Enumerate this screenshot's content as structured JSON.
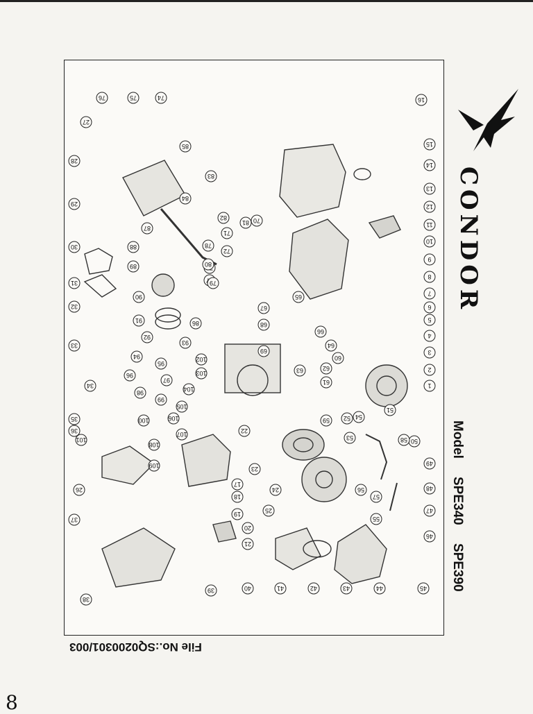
{
  "brand": {
    "name": "CONDOR"
  },
  "model": {
    "label": "Model",
    "numbers": [
      "SPE340",
      "SPE390"
    ]
  },
  "file_no": "File No.:SQ0200301/003",
  "page_number": "8",
  "callouts": [
    {
      "id": "c1",
      "label": "1"
    },
    {
      "id": "c2",
      "label": "2"
    },
    {
      "id": "c3",
      "label": "3"
    },
    {
      "id": "c4",
      "label": "4"
    },
    {
      "id": "c5",
      "label": "5"
    },
    {
      "id": "c6",
      "label": "6"
    },
    {
      "id": "c7",
      "label": "7"
    },
    {
      "id": "c8",
      "label": "8"
    },
    {
      "id": "c9",
      "label": "9"
    },
    {
      "id": "c10",
      "label": "10"
    },
    {
      "id": "c11",
      "label": "11"
    },
    {
      "id": "c12",
      "label": "12"
    },
    {
      "id": "c13",
      "label": "13"
    },
    {
      "id": "c14",
      "label": "14"
    },
    {
      "id": "c15",
      "label": "15"
    },
    {
      "id": "c16",
      "label": "16"
    },
    {
      "id": "c17",
      "label": "17"
    },
    {
      "id": "c18",
      "label": "18"
    },
    {
      "id": "c19",
      "label": "19"
    },
    {
      "id": "c20",
      "label": "20"
    },
    {
      "id": "c21",
      "label": "21"
    },
    {
      "id": "c22",
      "label": "22"
    },
    {
      "id": "c23",
      "label": "23"
    },
    {
      "id": "c24",
      "label": "24"
    },
    {
      "id": "c25",
      "label": "25"
    },
    {
      "id": "c26",
      "label": "26"
    },
    {
      "id": "c27",
      "label": "27"
    },
    {
      "id": "c28",
      "label": "28"
    },
    {
      "id": "c29",
      "label": "29"
    },
    {
      "id": "c30",
      "label": "30"
    },
    {
      "id": "c31",
      "label": "31"
    },
    {
      "id": "c32",
      "label": "32"
    },
    {
      "id": "c33",
      "label": "33"
    },
    {
      "id": "c34",
      "label": "34"
    },
    {
      "id": "c35",
      "label": "35"
    },
    {
      "id": "c36",
      "label": "36"
    },
    {
      "id": "c37",
      "label": "37"
    },
    {
      "id": "c38",
      "label": "38"
    },
    {
      "id": "c39",
      "label": "39"
    },
    {
      "id": "c40",
      "label": "40"
    },
    {
      "id": "c41",
      "label": "41"
    },
    {
      "id": "c42",
      "label": "42"
    },
    {
      "id": "c43",
      "label": "43"
    },
    {
      "id": "c44",
      "label": "44"
    },
    {
      "id": "c45",
      "label": "45"
    },
    {
      "id": "c46",
      "label": "46"
    },
    {
      "id": "c47",
      "label": "47"
    },
    {
      "id": "c48",
      "label": "48"
    },
    {
      "id": "c49",
      "label": "49"
    },
    {
      "id": "c50",
      "label": "50"
    },
    {
      "id": "c51",
      "label": "51"
    },
    {
      "id": "c52",
      "label": "52"
    },
    {
      "id": "c53",
      "label": "53"
    },
    {
      "id": "c54",
      "label": "54"
    },
    {
      "id": "c55",
      "label": "55"
    },
    {
      "id": "c56",
      "label": "56"
    },
    {
      "id": "c57",
      "label": "57"
    },
    {
      "id": "c58",
      "label": "58"
    },
    {
      "id": "c59",
      "label": "59"
    },
    {
      "id": "c60",
      "label": "60"
    },
    {
      "id": "c61",
      "label": "61"
    },
    {
      "id": "c62",
      "label": "62"
    },
    {
      "id": "c63",
      "label": "63"
    },
    {
      "id": "c64",
      "label": "64"
    },
    {
      "id": "c65",
      "label": "65"
    },
    {
      "id": "c66",
      "label": "66"
    },
    {
      "id": "c67",
      "label": "67"
    },
    {
      "id": "c68",
      "label": "68"
    },
    {
      "id": "c69",
      "label": "69"
    },
    {
      "id": "c70",
      "label": "70"
    },
    {
      "id": "c71",
      "label": "71"
    },
    {
      "id": "c72",
      "label": "72"
    },
    {
      "id": "c73",
      "label": "73"
    },
    {
      "id": "c74",
      "label": "74"
    },
    {
      "id": "c75",
      "label": "75"
    },
    {
      "id": "c76",
      "label": "76"
    },
    {
      "id": "c77",
      "label": "77"
    },
    {
      "id": "c78",
      "label": "78"
    },
    {
      "id": "c79",
      "label": "79"
    },
    {
      "id": "c80",
      "label": "80"
    },
    {
      "id": "c81",
      "label": "81"
    },
    {
      "id": "c82",
      "label": "82"
    },
    {
      "id": "c83",
      "label": "83"
    },
    {
      "id": "c84",
      "label": "84"
    },
    {
      "id": "c85",
      "label": "85"
    },
    {
      "id": "c86",
      "label": "86"
    },
    {
      "id": "c87",
      "label": "87"
    },
    {
      "id": "c88",
      "label": "88"
    },
    {
      "id": "c89",
      "label": "89"
    },
    {
      "id": "c90",
      "label": "90"
    },
    {
      "id": "c91",
      "label": "91"
    },
    {
      "id": "c92",
      "label": "92"
    },
    {
      "id": "c93",
      "label": "93"
    },
    {
      "id": "c94",
      "label": "94"
    },
    {
      "id": "c95",
      "label": "95"
    },
    {
      "id": "c96",
      "label": "96"
    },
    {
      "id": "c97",
      "label": "97"
    },
    {
      "id": "c98",
      "label": "98"
    },
    {
      "id": "c99",
      "label": "99"
    },
    {
      "id": "c100",
      "label": "100"
    },
    {
      "id": "c101",
      "label": "101"
    },
    {
      "id": "c102",
      "label": "102"
    },
    {
      "id": "c103",
      "label": "103"
    },
    {
      "id": "c104",
      "label": "104"
    },
    {
      "id": "c105",
      "label": "105"
    },
    {
      "id": "c106",
      "label": "106"
    },
    {
      "id": "c107",
      "label": "107"
    },
    {
      "id": "c108",
      "label": "108"
    },
    {
      "id": "c109",
      "label": "109"
    }
  ]
}
